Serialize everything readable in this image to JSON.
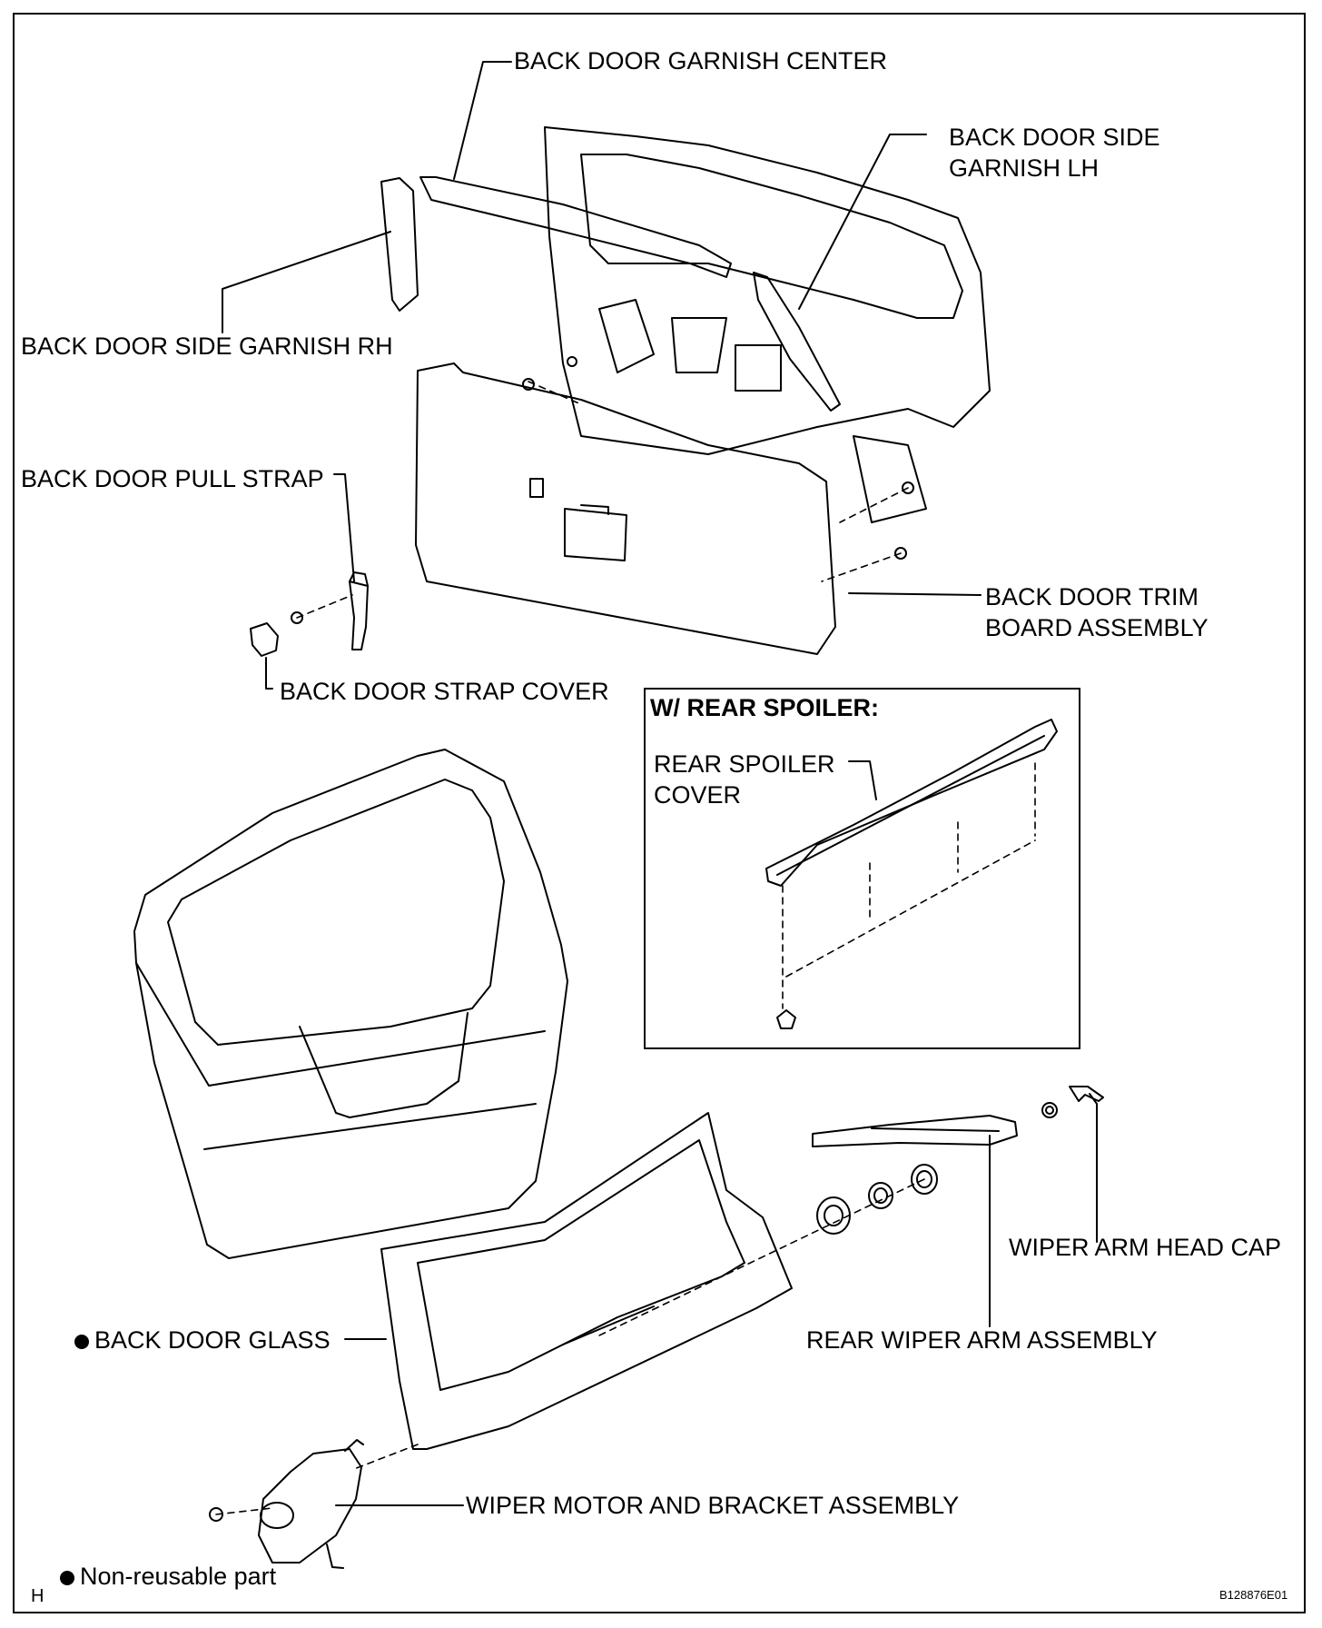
{
  "labels": {
    "garnish_center": "BACK DOOR GARNISH CENTER",
    "side_garnish_lh_l1": "BACK DOOR SIDE",
    "side_garnish_lh_l2": "GARNISH LH",
    "side_garnish_rh": "BACK DOOR SIDE GARNISH RH",
    "pull_strap": "BACK DOOR PULL STRAP",
    "trim_board_l1": "BACK DOOR TRIM",
    "trim_board_l2": "BOARD ASSEMBLY",
    "strap_cover": "BACK DOOR STRAP COVER",
    "inset_title": "W/ REAR SPOILER:",
    "spoiler_cover_l1": "REAR SPOILER",
    "spoiler_cover_l2": "COVER",
    "wiper_head_cap": "WIPER ARM HEAD CAP",
    "back_door_glass": "BACK DOOR GLASS",
    "rear_wiper_arm": "REAR WIPER ARM ASSEMBLY",
    "wiper_motor": "WIPER MOTOR AND BRACKET ASSEMBLY",
    "legend": "Non-reusable part",
    "corner_mark": "H",
    "figure_code": "B128876E01"
  },
  "colors": {
    "ink": "#000000",
    "paper": "#ffffff"
  },
  "icons": {
    "non_reusable_marker": "filled-circle"
  }
}
